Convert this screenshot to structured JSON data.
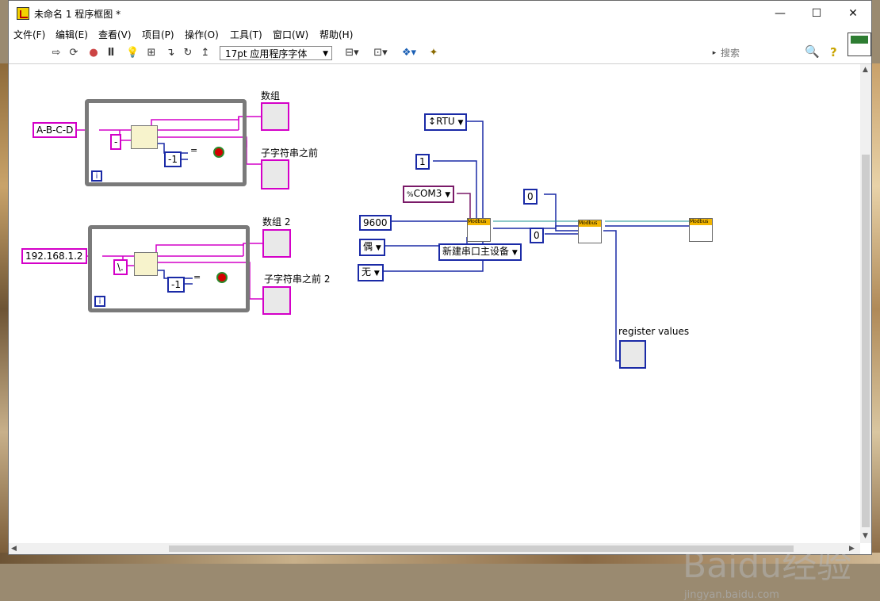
{
  "window": {
    "title": "未命名 1 程序框图 *",
    "minimize": "—",
    "maximize": "☐",
    "close": "✕"
  },
  "menu": [
    "文件(F)",
    "编辑(E)",
    "查看(V)",
    "项目(P)",
    "操作(O)",
    "工具(T)",
    "窗口(W)",
    "帮助(H)"
  ],
  "toolbar": {
    "font": "17pt 应用程序字体",
    "search_placeholder": "搜索",
    "icons": [
      "run-arrow-icon",
      "run-continuous-icon",
      "abort-icon",
      "pause-icon",
      "highlight-execution-icon",
      "retain-wire-values-icon",
      "step-into-icon",
      "step-over-icon",
      "step-out-icon",
      "align-icon",
      "distribute-icon",
      "reorder-icon",
      "clean-diagram-icon",
      "help-icon"
    ]
  },
  "diagram": {
    "loop1": {
      "input": "A-B-C-D",
      "delim": "-",
      "const": "-1",
      "iter": "i",
      "out1": "数组",
      "out2": "子字符串之前"
    },
    "loop2": {
      "input": "192.168.1.2",
      "delim": "\\.",
      "const": "-1",
      "iter": "i",
      "out1": "数组 2",
      "out2": "子字符串之前 2"
    },
    "modbus": {
      "mode": "RTU",
      "slave_id": "1",
      "port": "COM3",
      "baud": "9600",
      "parity": "偶",
      "flow": "无",
      "instance": "新建串口主设备",
      "start_addr": "0",
      "count": "0",
      "output": "register values"
    }
  },
  "watermark": {
    "text": "Baidu经验",
    "url": "jingyan.baidu.com"
  }
}
